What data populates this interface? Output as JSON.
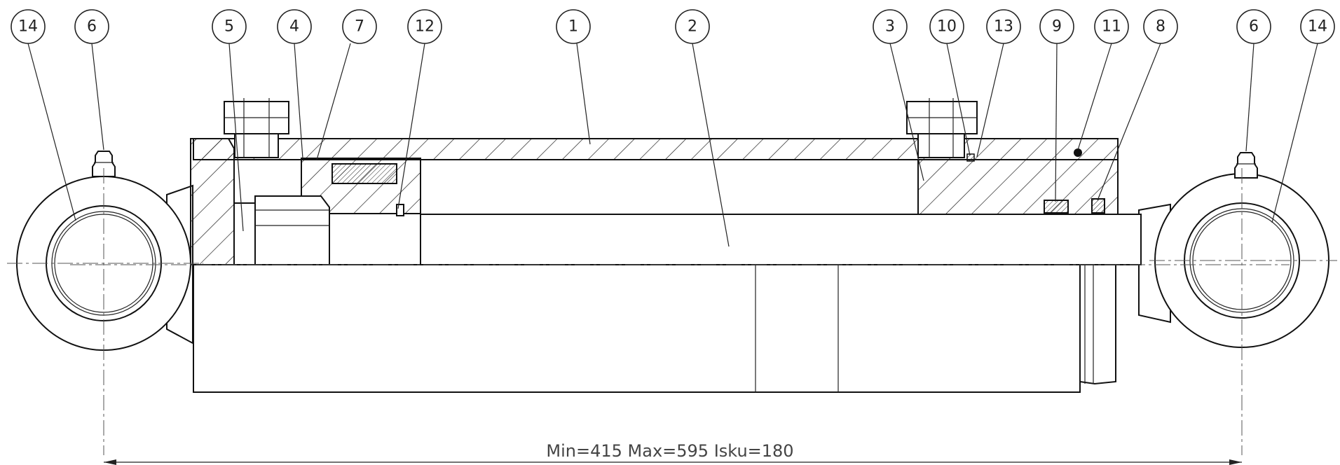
{
  "balloons": [
    {
      "id": "b14-left",
      "label": "14"
    },
    {
      "id": "b6-left",
      "label": "6"
    },
    {
      "id": "b5",
      "label": "5"
    },
    {
      "id": "b4",
      "label": "4"
    },
    {
      "id": "b7",
      "label": "7"
    },
    {
      "id": "b12",
      "label": "12"
    },
    {
      "id": "b1",
      "label": "1"
    },
    {
      "id": "b2",
      "label": "2"
    },
    {
      "id": "b3",
      "label": "3"
    },
    {
      "id": "b10",
      "label": "10"
    },
    {
      "id": "b13",
      "label": "13"
    },
    {
      "id": "b9",
      "label": "9"
    },
    {
      "id": "b11",
      "label": "11"
    },
    {
      "id": "b8",
      "label": "8"
    },
    {
      "id": "b6-right",
      "label": "6"
    },
    {
      "id": "b14-right",
      "label": "14"
    }
  ],
  "dimension": {
    "text": "Min=415  Max=595    Isku=180"
  }
}
